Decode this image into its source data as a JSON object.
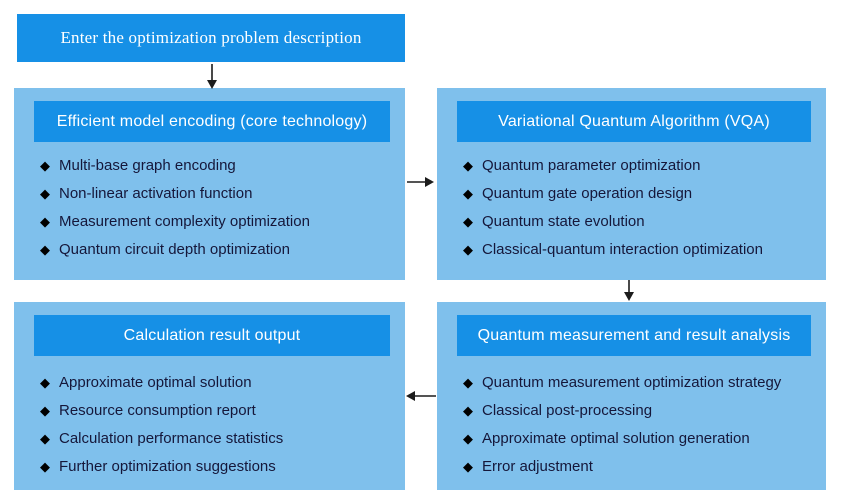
{
  "diagram": {
    "start_node": {
      "label": "Enter the optimization problem description"
    },
    "nodes": [
      {
        "title": "Efficient model encoding (core technology)",
        "items": [
          "Multi-base graph encoding",
          "Non-linear activation function",
          "Measurement complexity optimization",
          "Quantum circuit depth optimization"
        ]
      },
      {
        "title": "Variational Quantum Algorithm (VQA)",
        "items": [
          "Quantum parameter optimization",
          "Quantum gate operation design",
          "Quantum state evolution",
          "Classical-quantum interaction optimization"
        ]
      },
      {
        "title": "Quantum measurement and result analysis",
        "items": [
          "Quantum measurement optimization strategy",
          "Classical post-processing",
          "Approximate optimal solution generation",
          "Error adjustment"
        ]
      },
      {
        "title": "Calculation result output",
        "items": [
          "Approximate optimal solution",
          "Resource consumption report",
          "Calculation performance statistics",
          "Further optimization suggestions"
        ]
      }
    ],
    "bullet_icon": "◆",
    "arrows": [
      "start-to-encoding",
      "encoding-to-vqa",
      "vqa-to-measurement",
      "measurement-to-output"
    ],
    "colors": {
      "accent_blue": "#1690E6",
      "panel_blue": "#7FC0EC",
      "text_dark": "#15173A",
      "header_text": "#FFFFFF",
      "arrow": "#1C1C1C",
      "background": "#FFFFFF"
    }
  }
}
